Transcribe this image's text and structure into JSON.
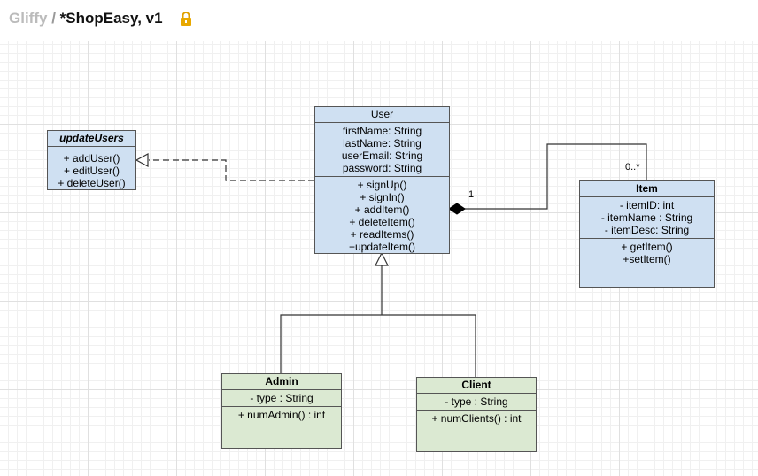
{
  "header": {
    "app_name": "Gliffy",
    "separator": "/",
    "doc_title": "*ShopEasy, v1",
    "lock_icon": "lock-icon"
  },
  "diagram": {
    "user": {
      "name": "User",
      "attributes": [
        "firstName: String",
        "lastName: String",
        "userEmail: String",
        "password: String"
      ],
      "operations": [
        "+ signUp()",
        "+ signIn()",
        "+ addItem()",
        "+ deleteItem()",
        "+ readItems()",
        "+updateItem()"
      ]
    },
    "update_users": {
      "name": "updateUsers",
      "operations": [
        "+ addUser()",
        "+ editUser()",
        "+ deleteUser()"
      ]
    },
    "item": {
      "name": "Item",
      "attributes": [
        "- itemID: int",
        "- itemName : String",
        "- itemDesc: String"
      ],
      "operations": [
        "+ getItem()",
        "+setItem()"
      ]
    },
    "admin": {
      "name": "Admin",
      "attributes": [
        "- type : String"
      ],
      "operations": [
        "+ numAdmin() : int"
      ]
    },
    "client": {
      "name": "Client",
      "attributes": [
        "- type : String"
      ],
      "operations": [
        "+ numClients() : int"
      ]
    },
    "multiplicity": {
      "user_end": "1",
      "item_end": "0..*"
    },
    "colors": {
      "class_fill": "#cfe0f2",
      "subclass_fill": "#dbe9d2",
      "line": "#333333"
    }
  }
}
